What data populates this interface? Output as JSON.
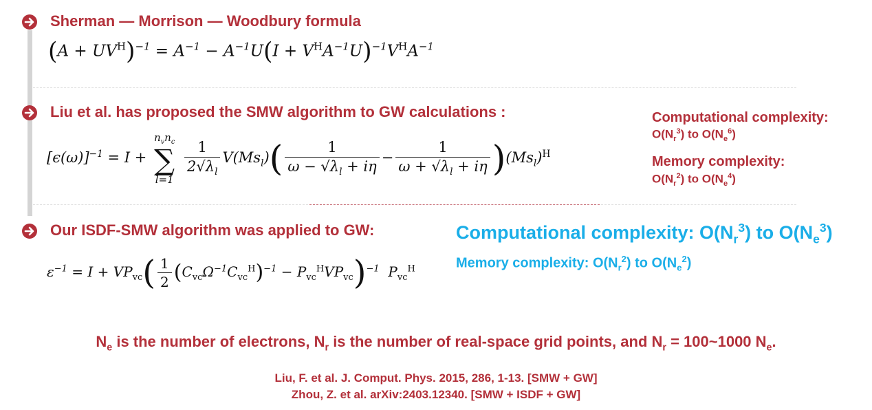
{
  "sec1": {
    "heading": "Sherman — Morrison — Woodbury formula",
    "formula": "(A + UV^H)^{-1} = A^{-1} − A^{-1}U(I + V^H A^{-1} U)^{-1} V^H A^{-1}"
  },
  "sec2": {
    "heading": "Liu et al. has proposed the SMW algorithm to GW calculations :",
    "formula": "[ε(ω)]^{-1} = I + Σ_{l=1}^{n_v n_c} 1/(2√λ_l) V(Ms_l) ( 1/(ω − √λ_l + iη) − 1/(ω + √λ_l + iη) ) (Ms_l)^H",
    "side": {
      "comp_label": "Computational complexity:",
      "comp_value": "O(Nr3) to O(Ne6)",
      "mem_label": "Memory complexity:",
      "mem_value": "O(Nr2) to O(Ne4)"
    }
  },
  "sec3": {
    "heading": "Our ISDF-SMW algorithm was applied to GW:",
    "formula": "ε^{-1} = I + VP_vc ( 1/2 (C_vc Ω^{-1} C_vc^H)^{-1} − P_vc^H V P_vc )^{-1} P_vc^H",
    "side": {
      "comp": "Computational complexity: O(Nr3) to O(Ne3)",
      "mem": "Memory complexity: O(Nr2) to O(Ne2)"
    }
  },
  "note": "Ne is the number of electrons, Nr is the number of real-space grid points, and Nr = 100~1000 Ne.",
  "references": [
    "Liu, F. et al. J. Comput. Phys. 2015, 286, 1-13. [SMW + GW]",
    "Zhou, Z. et al. arXiv:2403.12340. [SMW + ISDF + GW]"
  ],
  "colors": {
    "accent": "#b3303a",
    "blue": "#1aaee8",
    "bar": "#d4d4d4"
  }
}
